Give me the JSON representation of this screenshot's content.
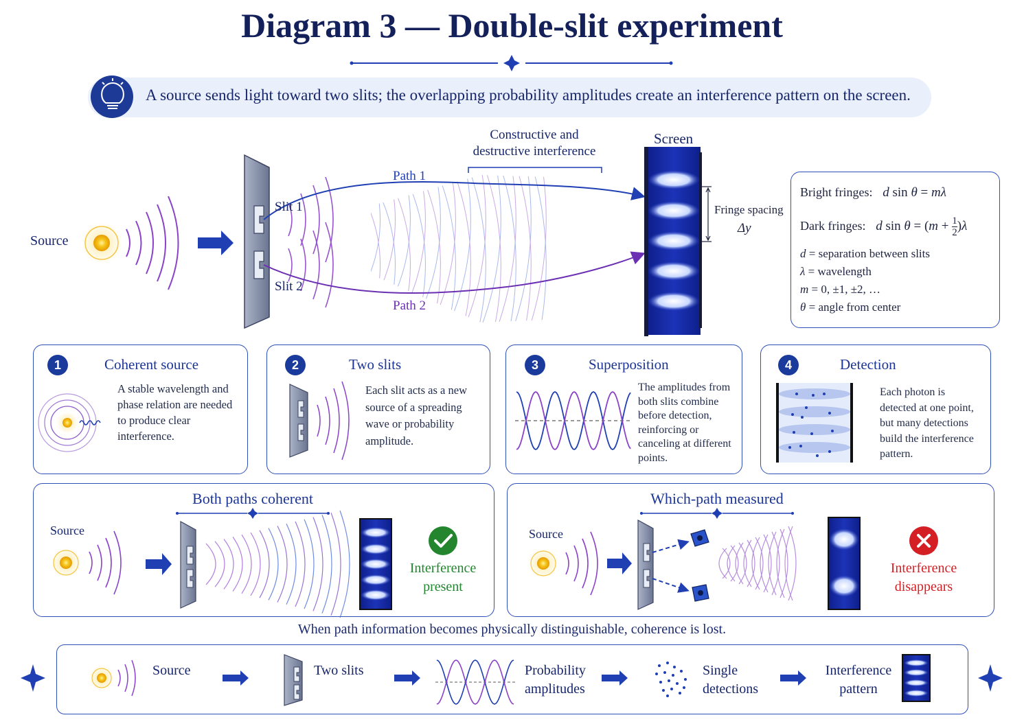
{
  "title": "Diagram 3 — Double-slit experiment",
  "subtitle": "A source sends light toward two slits; the overlapping probability amplitudes create an interference pattern on the screen.",
  "main": {
    "source": "Source",
    "slit1": "Slit 1",
    "slit2": "Slit 2",
    "path1": "Path 1",
    "path2": "Path 2",
    "interference_line1": "Constructive and",
    "interference_line2": "destructive interference",
    "screen": "Screen",
    "fringe_spacing": "Fringe spacing",
    "fringe_symbol": "Δy"
  },
  "formulas": {
    "bright_label": "Bright fringes:",
    "dark_label": "Dark fringes:",
    "d_def": "= separation between slits",
    "lambda_def": "= wavelength",
    "m_def": "= 0, ±1, ±2, …",
    "theta_def": "= angle from center"
  },
  "steps": [
    {
      "num": "1",
      "title": "Coherent source",
      "text": "A stable wavelength and phase relation are needed to produce clear interference."
    },
    {
      "num": "2",
      "title": "Two slits",
      "text": "Each slit acts as a new source of a spreading wave or probability amplitude."
    },
    {
      "num": "3",
      "title": "Superposition",
      "text": "The amplitudes from both slits combine before detection, reinforcing or canceling at different points."
    },
    {
      "num": "4",
      "title": "Detection",
      "text": "Each photon is detected at one point, but many detections build the interference pattern."
    }
  ],
  "compare": {
    "left_title": "Both paths coherent",
    "left_source": "Source",
    "left_result_1": "Interference",
    "left_result_2": "present",
    "right_title": "Which-path measured",
    "right_source": "Source",
    "right_result_1": "Interference",
    "right_result_2": "disappears"
  },
  "note": "When path information becomes physically distinguishable, coherence is lost.",
  "flow": {
    "source": "Source",
    "slits": "Two slits",
    "amp_1": "Probability",
    "amp_2": "amplitudes",
    "det_1": "Single",
    "det_2": "detections",
    "pat_1": "Interference",
    "pat_2": "pattern"
  },
  "colors": {
    "navy": "#14205a",
    "blue": "#1f3fb3",
    "purple": "#6a2fb2",
    "green": "#23862f",
    "red": "#d41f24"
  }
}
